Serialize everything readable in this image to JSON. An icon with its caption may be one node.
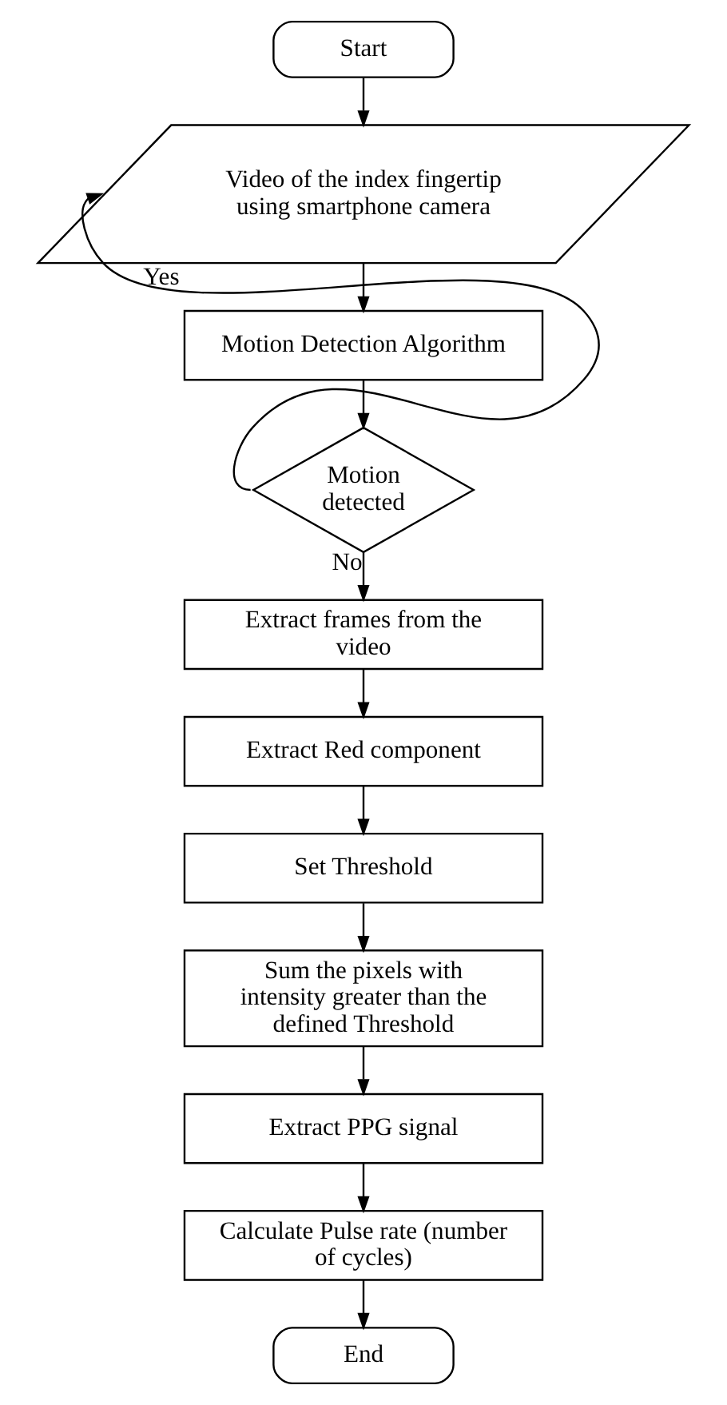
{
  "diagram": {
    "nodes": [
      {
        "text": [
          "Start"
        ]
      },
      {
        "text": [
          "Video of the index fingertip using smartphone camera"
        ]
      },
      {
        "text": [
          "Motion Detection Algorithm"
        ]
      },
      {
        "text": [
          "Motion detected"
        ]
      },
      {
        "text": [
          "Extract frames from the video"
        ]
      },
      {
        "text": [
          "Extract Red component"
        ]
      },
      {
        "text": [
          "Set Threshold"
        ]
      },
      {
        "text": [
          "Sum the pixels with intensity greater than the defined Threshold"
        ]
      },
      {
        "text": [
          "Extract PPG signal"
        ]
      },
      {
        "text": [
          "Calculate Pulse rate (number of cycles)"
        ]
      },
      {
        "text": [
          "End"
        ]
      }
    ],
    "edges": [
      {
        "from": 0,
        "to": 1,
        "arrow": "to"
      },
      {
        "from": 1,
        "to": 2,
        "arrow": "to"
      },
      {
        "from": 2,
        "to": 3,
        "arrow": "to"
      },
      {
        "from": 3,
        "to": 1,
        "arrow": "to",
        "label": "Yes"
      },
      {
        "from": 3,
        "to": 4,
        "arrow": "to",
        "label": "No"
      },
      {
        "from": 4,
        "to": 5,
        "arrow": "to"
      },
      {
        "from": 5,
        "to": 6,
        "arrow": "to"
      },
      {
        "from": 6,
        "to": 7,
        "arrow": "to"
      },
      {
        "from": 7,
        "to": 8,
        "arrow": "to"
      },
      {
        "from": 8,
        "to": 9,
        "arrow": "to"
      },
      {
        "from": 9,
        "to": 10,
        "arrow": "to"
      }
    ]
  }
}
